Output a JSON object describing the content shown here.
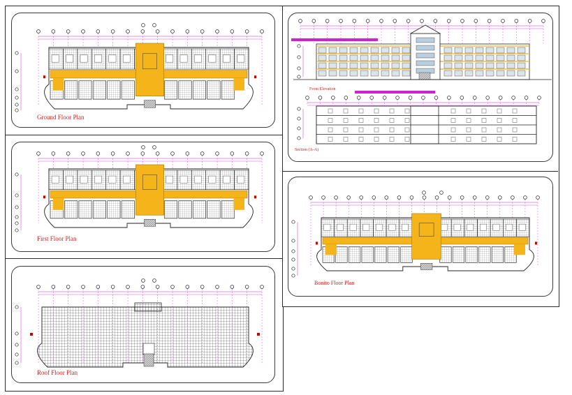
{
  "colors": {
    "accent_orange": "#f4b41a",
    "red_marker": "#c80000",
    "magenta_dim": "#d020d0",
    "line_dark": "#222222",
    "hatch_gray": "#8a8a8a",
    "caption_red": "#d32020"
  },
  "drawings": {
    "ground": {
      "label": "Ground Floor Plan"
    },
    "first": {
      "label": "First Floor Plan"
    },
    "roof": {
      "label": "Roof Floor Plan"
    },
    "elevation": {
      "label": "Front Elevation"
    },
    "section": {
      "label": "Section (A-A)"
    },
    "typical": {
      "label": "Bonito Floor Plan"
    }
  }
}
